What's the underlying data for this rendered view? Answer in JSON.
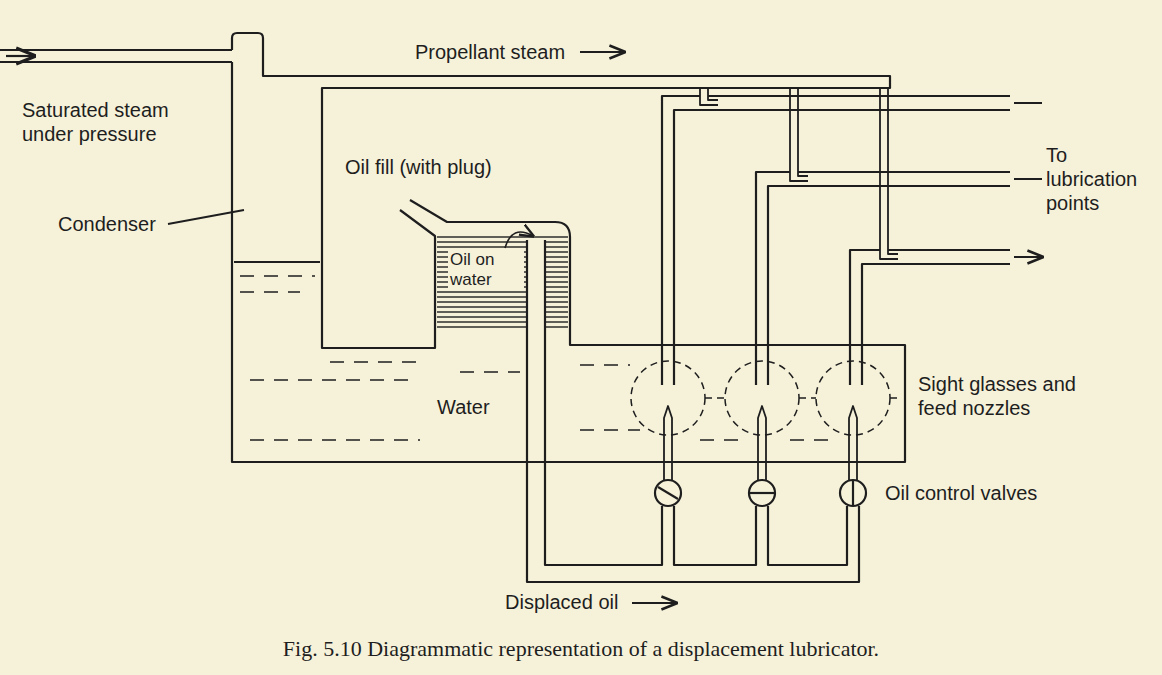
{
  "diagram": {
    "caption": "Fig. 5.10 Diagrammatic representation of a displacement lubricator.",
    "labels": [
      "Saturated steam under pressure",
      "Propellant steam",
      "Condenser",
      "Oil fill (with plug)",
      "Oil on water",
      "Water",
      "To lubrication points",
      "Sight glasses and feed nozzles",
      "Oil control valves",
      "Displaced oil"
    ]
  }
}
